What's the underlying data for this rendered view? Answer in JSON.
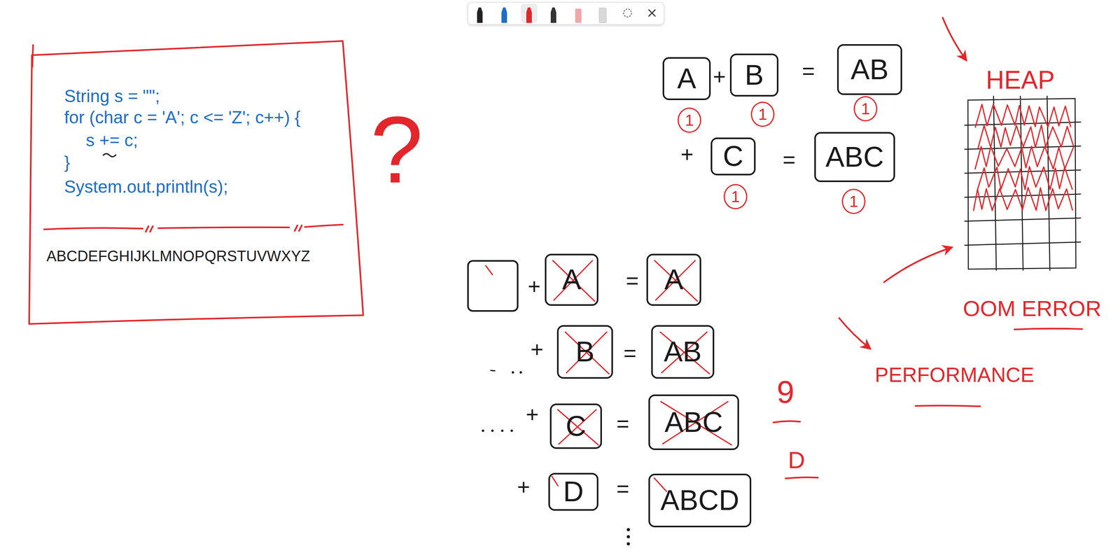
{
  "diagram": {
    "nodes": [
      {
        "text": [
          "String s = \"\";",
          "for (char c = 'A'; c <= 'Z'; c++) {",
          "s += c;",
          "}",
          "System.out.println(s);",
          "ABCDEFGHIJKLMNOPQRSTUVWXYZ"
        ]
      },
      {
        "text": [
          "A"
        ]
      },
      {
        "text": [
          "B"
        ]
      },
      {
        "text": [
          "AB"
        ]
      },
      {
        "text": [
          "1"
        ]
      },
      {
        "text": [
          "1"
        ]
      },
      {
        "text": [
          "1"
        ]
      },
      {
        "text": [
          "C"
        ]
      },
      {
        "text": [
          "ABC"
        ]
      },
      {
        "text": [
          "1"
        ]
      },
      {
        "text": [
          "1"
        ]
      },
      {
        "text": [
          "HEAP"
        ]
      },
      {
        "text": [
          "A"
        ]
      },
      {
        "text": [
          "A"
        ]
      },
      {
        "text": [
          "B"
        ]
      },
      {
        "text": [
          "AB"
        ]
      },
      {
        "text": [
          "C"
        ]
      },
      {
        "text": [
          "ABC"
        ]
      },
      {
        "text": [
          "D"
        ]
      },
      {
        "text": [
          "ABCD"
        ]
      }
    ],
    "labels": [
      "?",
      "+",
      "=",
      "+",
      "=",
      "+",
      "=",
      "+",
      "=",
      "+",
      "=",
      "+",
      "=",
      "9",
      "D",
      "OOM ERROR",
      "PERFORMANCE"
    ]
  }
}
